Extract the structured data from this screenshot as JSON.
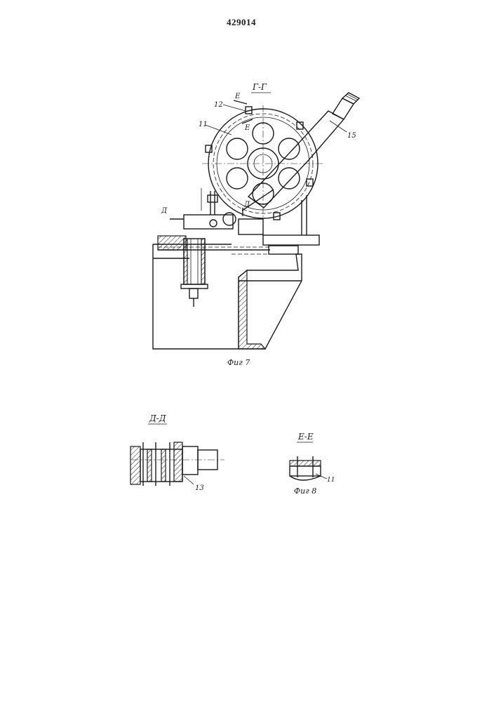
{
  "header": {
    "patent_number": "429014"
  },
  "figure7": {
    "section_label": "Г-Г",
    "caption": "Фиг 7",
    "callouts": {
      "c12": "12",
      "c11": "11",
      "c15": "15"
    },
    "cut_marks": {
      "e_top": "Е",
      "e_bottom": "Е",
      "d_left": "Д",
      "d_right": "Д"
    }
  },
  "detail_dd": {
    "section_label": "Д-Д",
    "callout": "13"
  },
  "detail_ee": {
    "section_label": "Е-Е",
    "callout": "11",
    "caption": "Фиг 8"
  }
}
